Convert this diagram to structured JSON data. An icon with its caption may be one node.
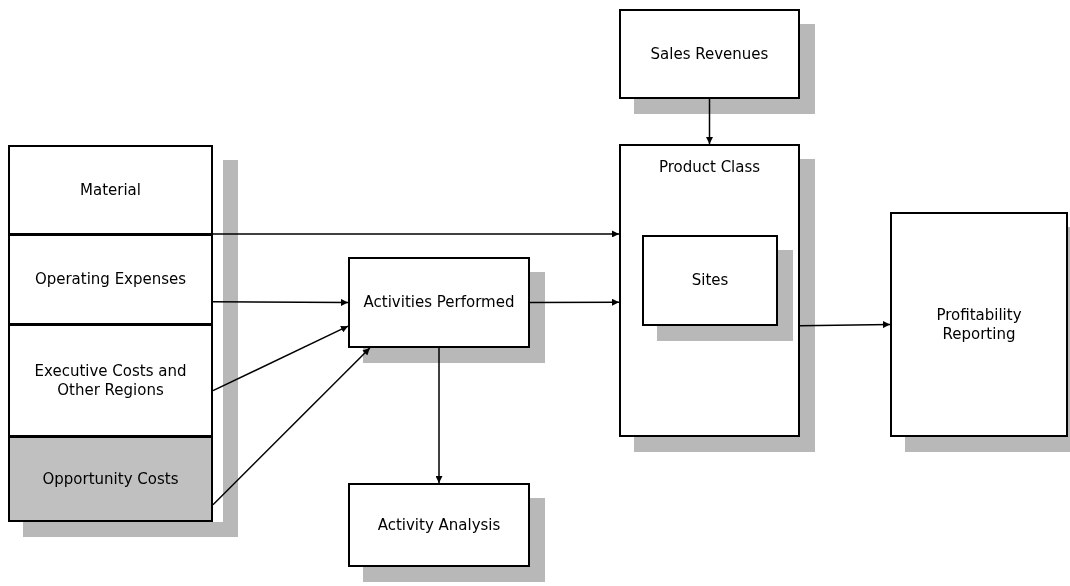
{
  "diagram": {
    "nodes": [
      {
        "text": [
          "Material"
        ]
      },
      {
        "text": [
          "Operating Expenses"
        ]
      },
      {
        "text": [
          "Executive Costs and Other Regions"
        ]
      },
      {
        "text": [
          "Opportunity Costs"
        ]
      },
      {
        "text": [
          "Activities Performed"
        ]
      },
      {
        "text": [
          "Activity Analysis"
        ]
      },
      {
        "text": [
          "Sales Revenues"
        ]
      },
      {
        "text": [
          "Product Class"
        ]
      },
      {
        "text": [
          "Sites"
        ],
        "in": 7
      },
      {
        "text": [
          "Profitability Reporting"
        ]
      }
    ],
    "edges": [
      {
        "from": 0,
        "to": 7,
        "arrow": "to"
      },
      {
        "from": 1,
        "to": 4,
        "arrow": "to"
      },
      {
        "from": 2,
        "to": 4,
        "arrow": "to"
      },
      {
        "from": 3,
        "to": 4,
        "arrow": "to"
      },
      {
        "from": 4,
        "to": 7,
        "arrow": "to"
      },
      {
        "from": 4,
        "to": 5,
        "arrow": "to"
      },
      {
        "from": 6,
        "to": 7,
        "arrow": "to"
      },
      {
        "from": 7,
        "to": 9,
        "arrow": "to"
      }
    ]
  }
}
